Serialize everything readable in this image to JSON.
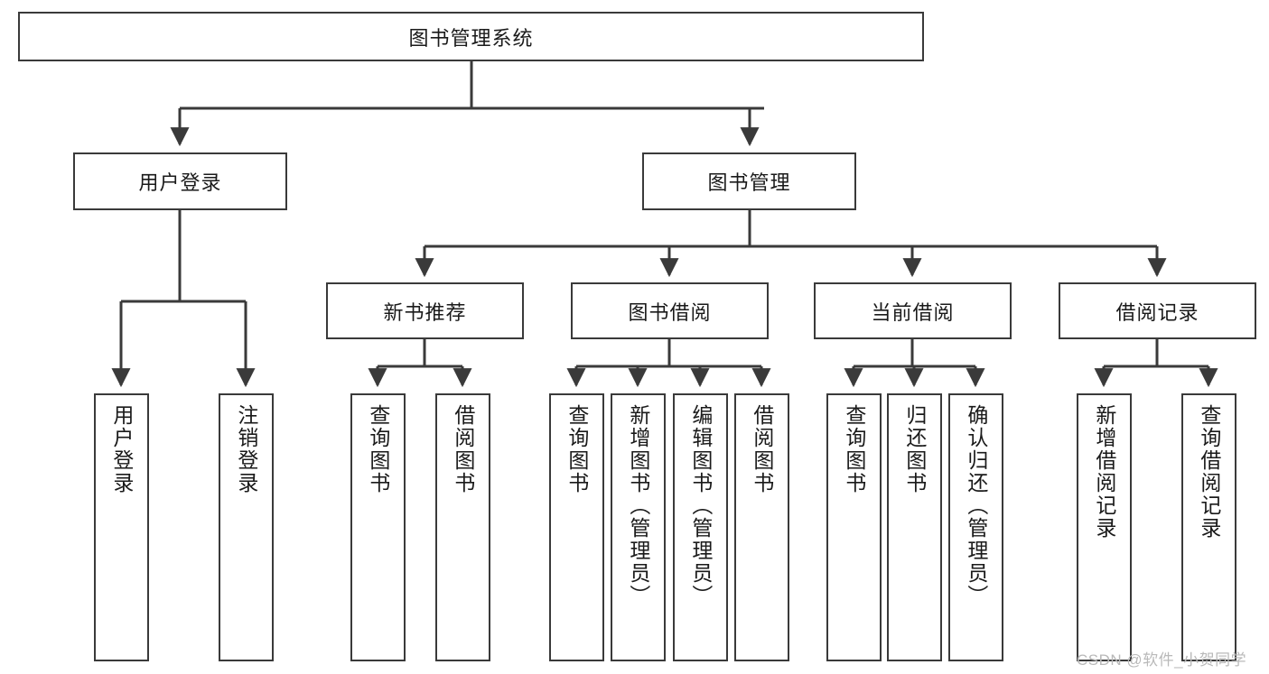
{
  "diagram": {
    "type": "tree",
    "title": "图书管理系统",
    "root": {
      "label": "图书管理系统"
    },
    "level2": [
      {
        "label": "用户登录"
      },
      {
        "label": "图书管理"
      }
    ],
    "level3": [
      {
        "label": "新书推荐"
      },
      {
        "label": "图书借阅"
      },
      {
        "label": "当前借阅"
      },
      {
        "label": "借阅记录"
      }
    ],
    "leaves": {
      "user_login": [
        {
          "label": "用户登录"
        },
        {
          "label": "注销登录"
        }
      ],
      "new_book_recommend": [
        {
          "label": "查询图书"
        },
        {
          "label": "借阅图书"
        }
      ],
      "book_borrow": [
        {
          "label": "查询图书"
        },
        {
          "label": "新增图书（管理员）"
        },
        {
          "label": "编辑图书（管理员）"
        },
        {
          "label": "借阅图书"
        }
      ],
      "current_borrow": [
        {
          "label": "查询图书"
        },
        {
          "label": "归还图书"
        },
        {
          "label": "确认归还（管理员）"
        }
      ],
      "borrow_record": [
        {
          "label": "新增借阅记录"
        },
        {
          "label": "查询借阅记录"
        }
      ]
    }
  },
  "watermark": {
    "text": "CSDN @软件_小贺同学"
  },
  "colors": {
    "border": "#3a3a3a",
    "background": "#ffffff",
    "text": "#1a1a1a",
    "watermark": "#b9b9b9"
  }
}
